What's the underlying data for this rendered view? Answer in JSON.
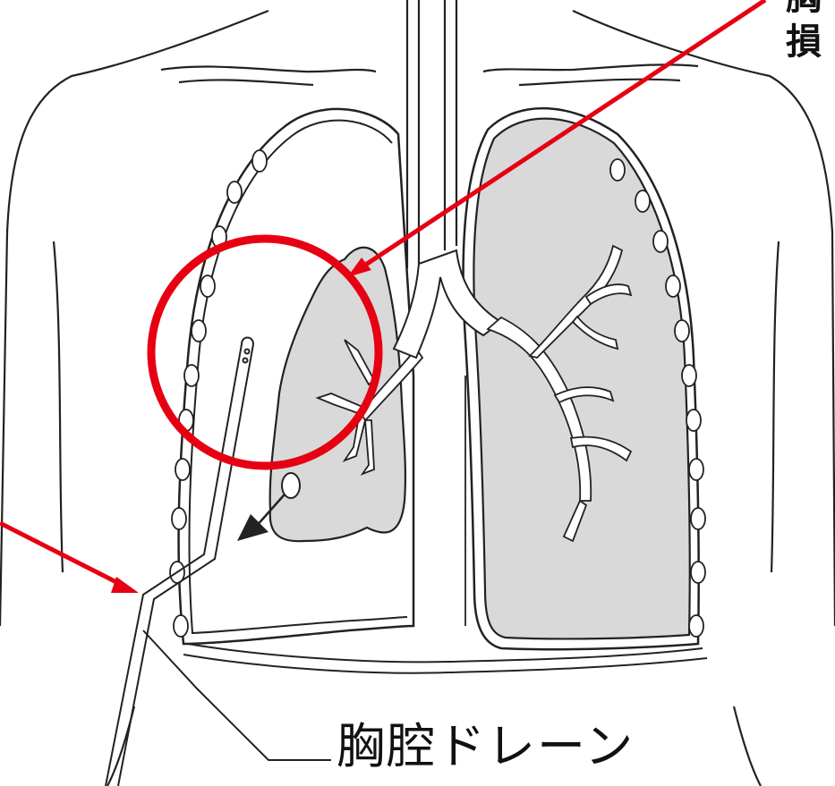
{
  "labels": {
    "drain": "胸腔ドレーン",
    "cut_line1": "胸",
    "cut_line2": "損"
  },
  "colors": {
    "lung_fill": "#d9d9d9",
    "outline": "#222222",
    "highlight": "#e60012",
    "leader": "#222222"
  },
  "icons": [
    "lung-right",
    "lung-left",
    "trachea",
    "chest-tube",
    "highlight-circle",
    "arrow-right-pointer",
    "arrow-left-pointer",
    "leak-arrow"
  ]
}
